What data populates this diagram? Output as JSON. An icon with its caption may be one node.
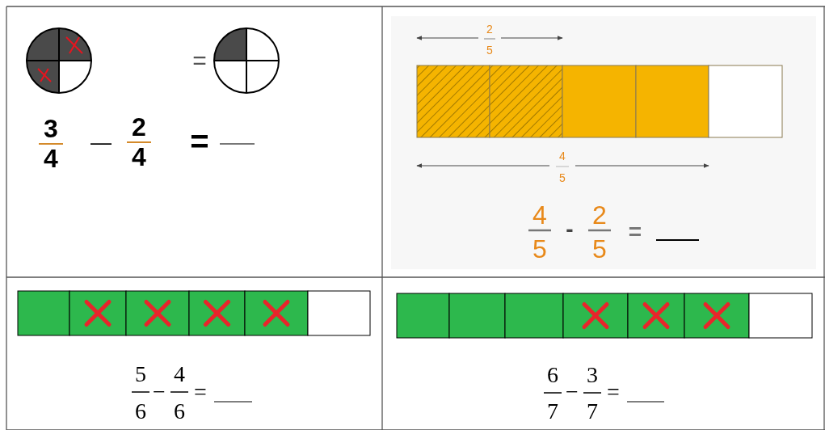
{
  "diagram": {
    "labels": [
      "=",
      "3",
      "4",
      "—",
      "2",
      "4",
      "=",
      "2",
      "5",
      "4",
      "5",
      "4",
      "5",
      "-",
      "2",
      "5",
      "=",
      "5",
      "6",
      "−",
      "4",
      "6",
      "=",
      "6",
      "7",
      "−",
      "3",
      "7",
      "="
    ]
  }
}
